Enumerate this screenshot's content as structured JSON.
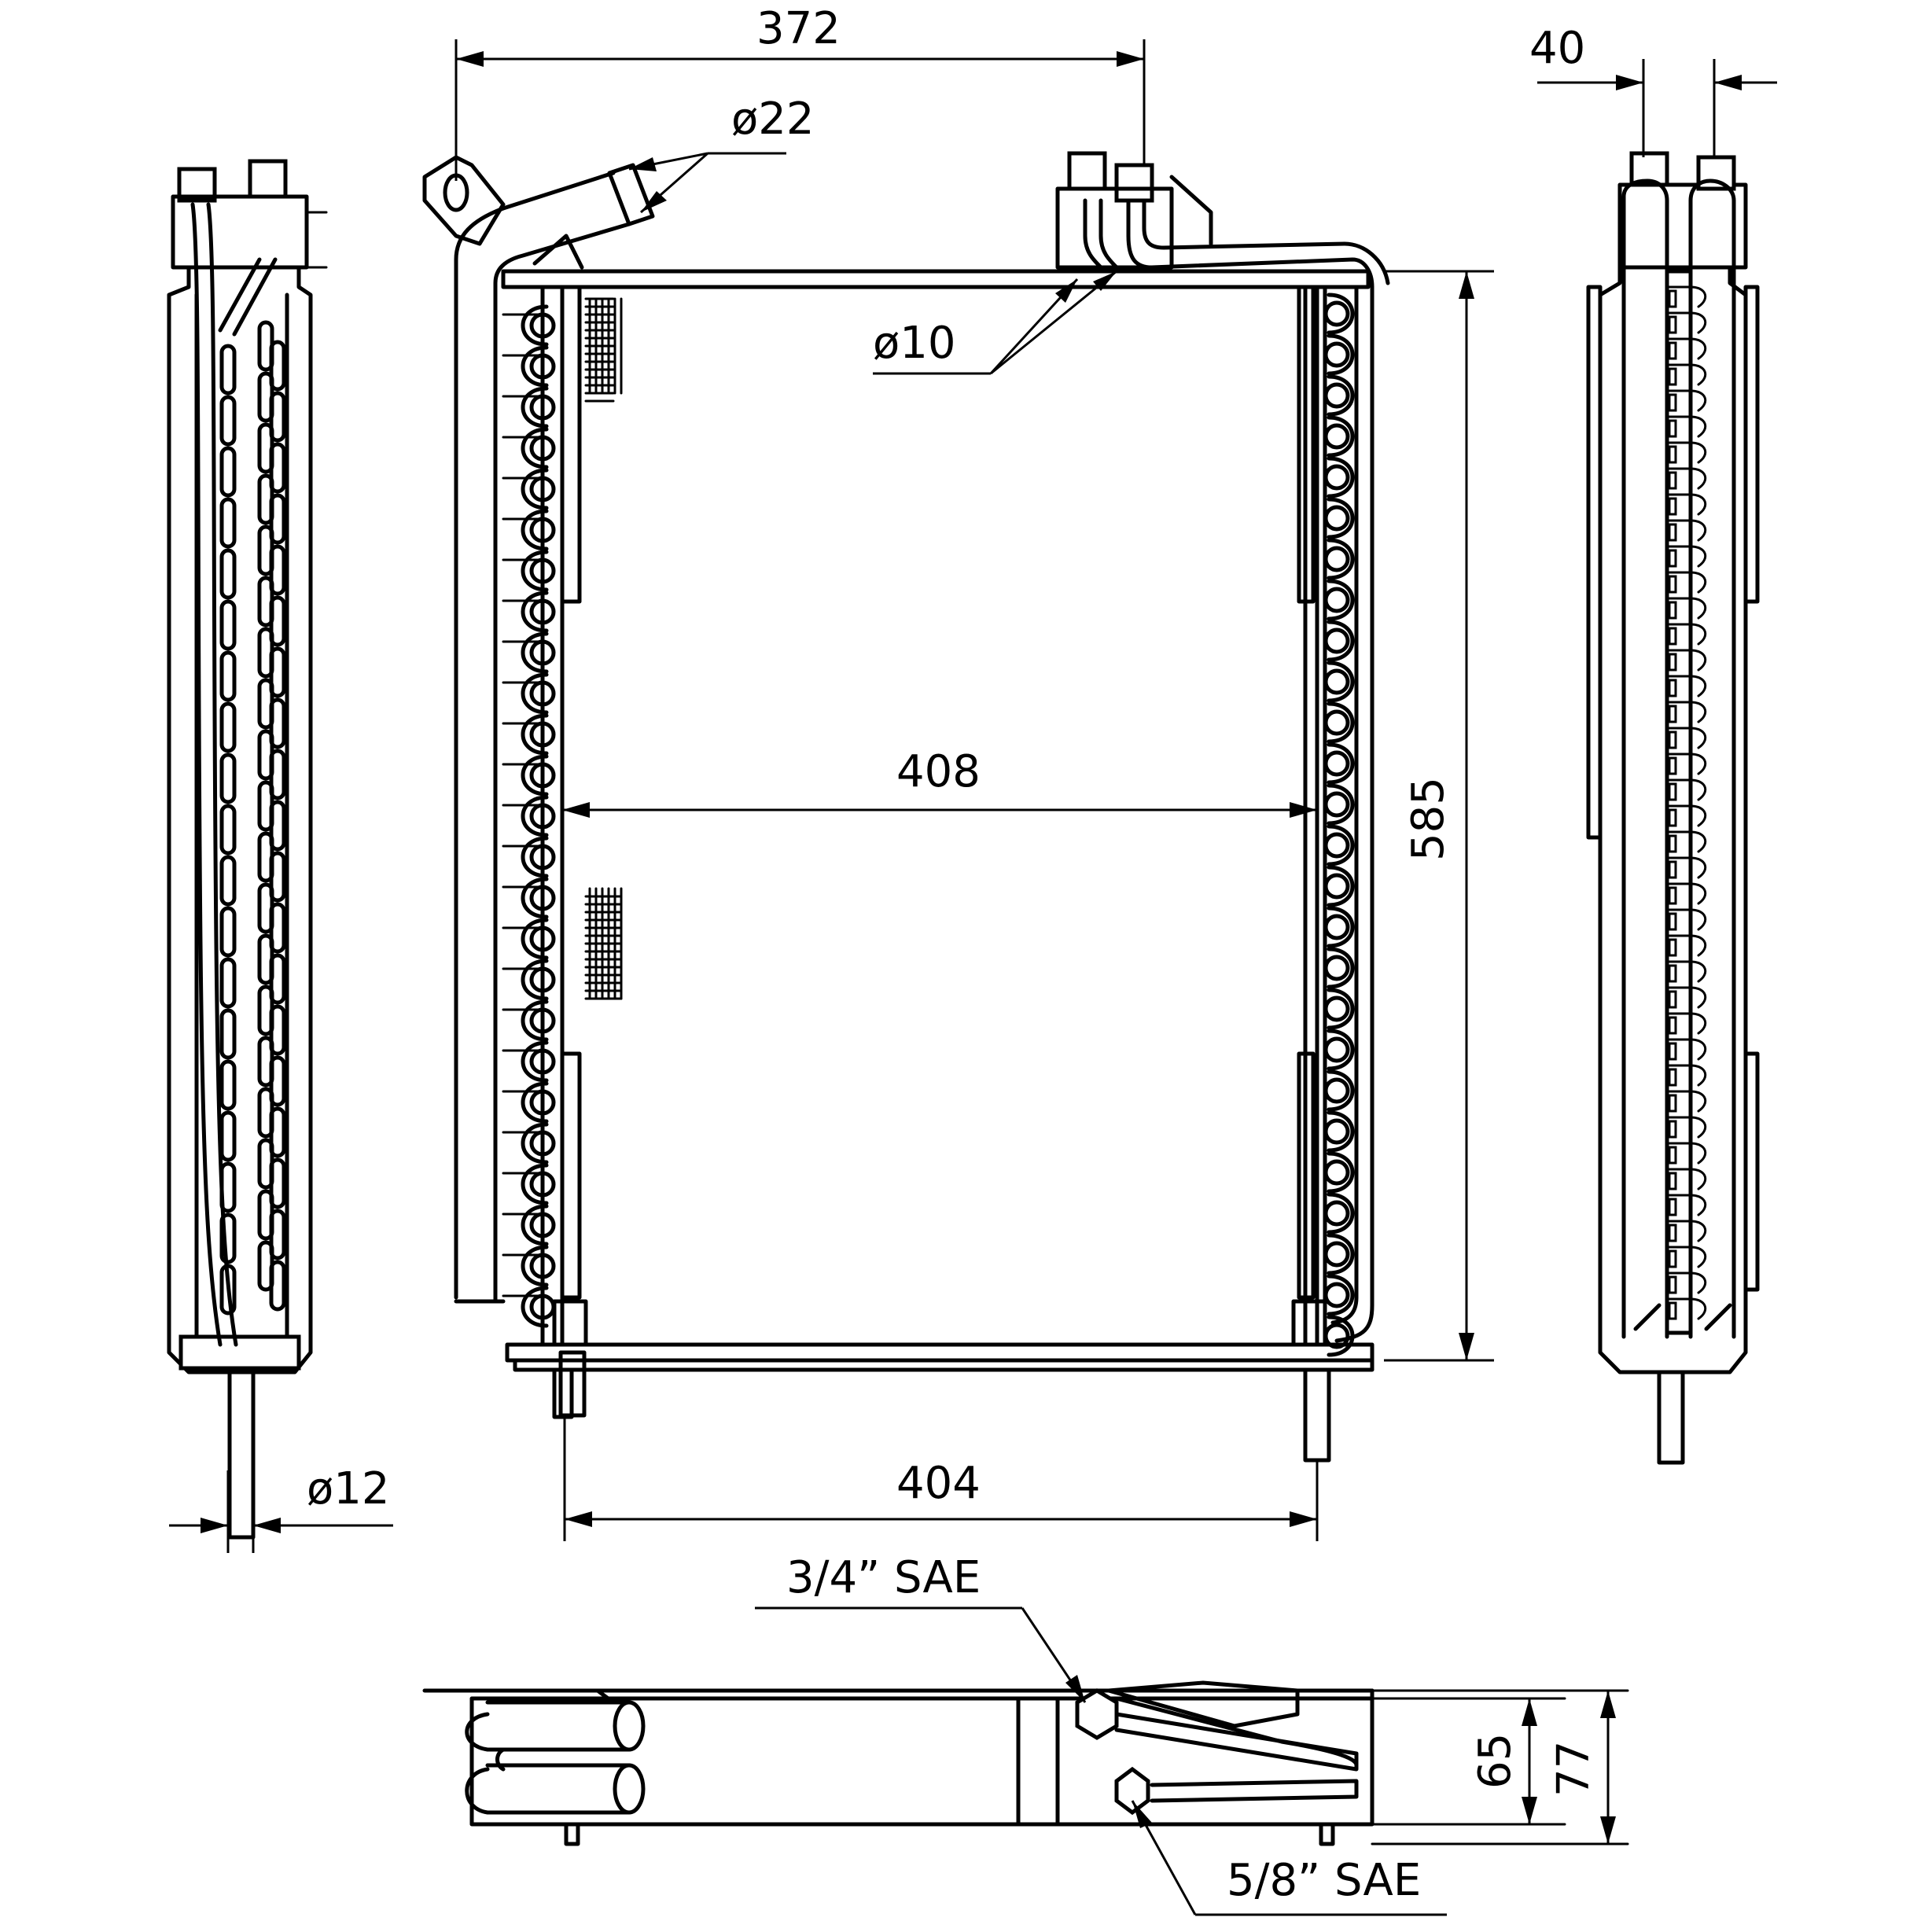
{
  "dimensions": {
    "top_width": "372",
    "inlet_diameter": "ø22",
    "depth_right": "40",
    "tube_diameter": "ø10",
    "core_width": "408",
    "height": "585",
    "bottom_width": "404",
    "pin_diameter": "ø12",
    "fitting_large": "3/4” SAE",
    "fitting_small": "5/8” SAE",
    "thickness_core": "65",
    "thickness_total": "77"
  }
}
